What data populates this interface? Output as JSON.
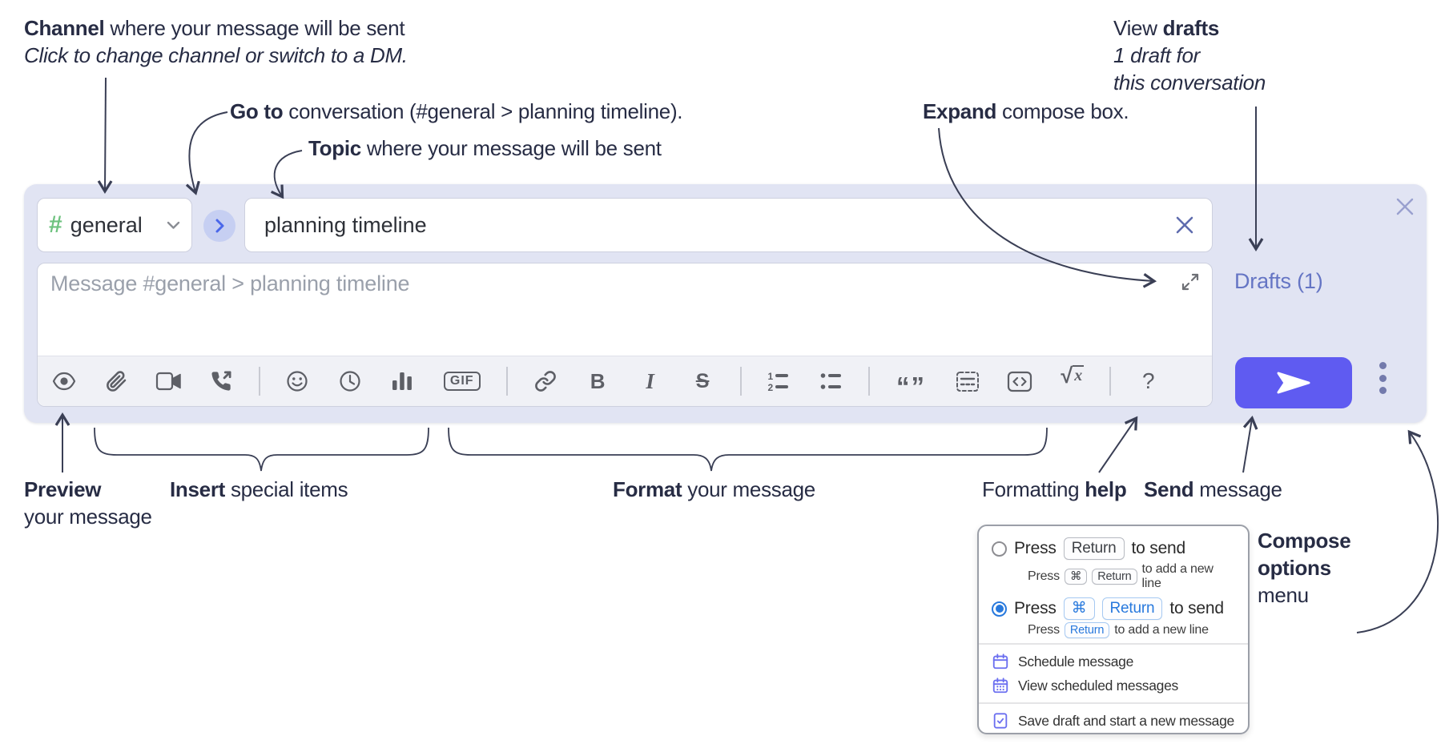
{
  "annotations": {
    "channel": {
      "bold": "Channel",
      "rest": " where your message will be sent",
      "line2": "Click to change channel or switch to a DM."
    },
    "goto": {
      "bold": "Go to",
      "rest": " conversation (#general > planning timeline)."
    },
    "topic": {
      "bold": "Topic",
      "rest": " where your message will be sent"
    },
    "expand": {
      "bold": "Expand",
      "rest": " compose box."
    },
    "view_drafts": {
      "pre": "View ",
      "bold": "drafts",
      "line2": "1 draft for",
      "line3": "this conversation"
    },
    "preview": {
      "bold": "Preview",
      "line2": "your message"
    },
    "insert": {
      "bold": "Insert",
      "rest": " special items"
    },
    "format": {
      "bold": "Format",
      "rest": " your message"
    },
    "formatting_help": {
      "pre": "Formatting ",
      "bold": "help"
    },
    "send": {
      "bold": "Send",
      "rest": " message"
    },
    "compose_options": {
      "line1": "Compose",
      "line2": "options",
      "line3": "menu"
    }
  },
  "compose": {
    "channel_hash": "#",
    "channel_name": "general",
    "topic_value": "planning timeline",
    "message_placeholder": "Message #general > planning timeline",
    "drafts_label": "Drafts (1)",
    "toolbar": {
      "gif": "GIF",
      "bold": "B",
      "italic": "I",
      "strike": "S",
      "quote": "“”",
      "math_root": "√",
      "math_var": "x",
      "help": "?"
    }
  },
  "popup": {
    "option1": {
      "press": "Press",
      "key1": "Return",
      "suffix": "to send",
      "sub_press": "Press",
      "sub_key1": "⌘",
      "sub_key2": "Return",
      "sub_suffix": "to add a new line"
    },
    "option2": {
      "press": "Press",
      "key1": "⌘",
      "key2": "Return",
      "suffix": "to send",
      "sub_press": "Press",
      "sub_key1": "Return",
      "sub_suffix": "to add a new line"
    },
    "menu": {
      "schedule": "Schedule message",
      "view_scheduled": "View scheduled messages",
      "save_draft": "Save draft and start a new message"
    }
  },
  "colors": {
    "compose_bg": "#e1e4f3",
    "send_accent": "#5f5bf1",
    "drafts_link": "#6575c4",
    "channel_green": "#6ec27f",
    "radio_blue": "#2879dd",
    "menu_purple": "#6b6ff0",
    "annotation_ink": "#272c44"
  }
}
